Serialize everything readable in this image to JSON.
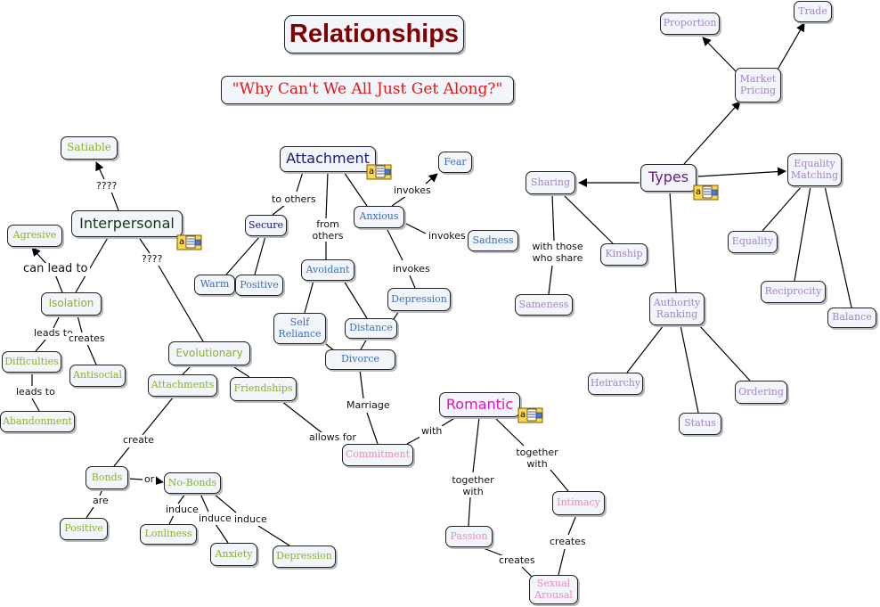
{
  "title": "Relationships",
  "subtitle": "\"Why Can't We All Just Get Along?\"",
  "colors": {
    "title": "#800000",
    "subtitle": "#e01818",
    "interpersonal_branch": "#8ab428",
    "attachment_branch": "#3a6fc4",
    "types_branch": "#a484d0",
    "romantic_branch": "#f08ab8",
    "romantic_title": "#e014c8",
    "node_fill": "#f2f5f9"
  },
  "concepts": {
    "interpersonal": "Interpersonal",
    "satiable": "Satiable",
    "agresive": "Agresive",
    "isolation": "Isolation",
    "difficulties": "Difficulties",
    "antisocial": "Antisocial",
    "abandonment": "Abandonment",
    "evolutionary": "Evolutionary",
    "attachments": "Attachments",
    "friendships": "Friendships",
    "bonds": "Bonds",
    "no_bonds": "No-Bonds",
    "positive_bonds": "Positive",
    "lonliness": "Lonliness",
    "anxiety": "Anxiety",
    "depression_evo": "Depression",
    "attachment": "Attachment",
    "secure": "Secure",
    "warm": "Warm",
    "positive_secure": "Positive",
    "avoidant": "Avoidant",
    "self_reliance": "Self Reliance",
    "distance": "Distance",
    "divorce": "Divorce",
    "anxious": "Anxious",
    "fear": "Fear",
    "sadness": "Sadness",
    "depression_att": "Depression",
    "commitment": "Commitment",
    "romantic": "Romantic",
    "passion": "Passion",
    "intimacy": "Intimacy",
    "sexual_arousal": "Sexual Arousal",
    "types": "Types",
    "sharing": "Sharing",
    "sameness": "Sameness",
    "kinship": "Kinship",
    "market_pricing": "Market Pricing",
    "proportion": "Proportion",
    "trade": "Trade",
    "equality_matching": "Equality Matching",
    "equality": "Equality",
    "reciprocity": "Reciprocity",
    "balance": "Balance",
    "authority_ranking": "Authority Ranking",
    "heirarchy": "Heirarchy",
    "status": "Status",
    "ordering": "Ordering"
  },
  "links": {
    "q1": "????",
    "q2": "????",
    "can_lead_to": "can lead to",
    "leads_to_1": "leads to",
    "creates_iso": "creates",
    "leads_to_2": "leads to",
    "create": "create",
    "are": "are",
    "or": "or",
    "induce_1": "induce",
    "induce_2": "induce",
    "induce_3": "induce",
    "to_others": "to others",
    "from_others": "from others",
    "invokes_1": "invokes",
    "invokes_2": "invokes",
    "invokes_3": "invokes",
    "marriage": "Marriage",
    "allows_for": "allows for",
    "with": "with",
    "together_with_1": "together with",
    "together_with_2": "together with",
    "creates_rom_1": "creates",
    "creates_rom_2": "creates",
    "with_those_who_share": "with those who share"
  },
  "icons": {
    "resource": "resource-attachment-icon"
  }
}
